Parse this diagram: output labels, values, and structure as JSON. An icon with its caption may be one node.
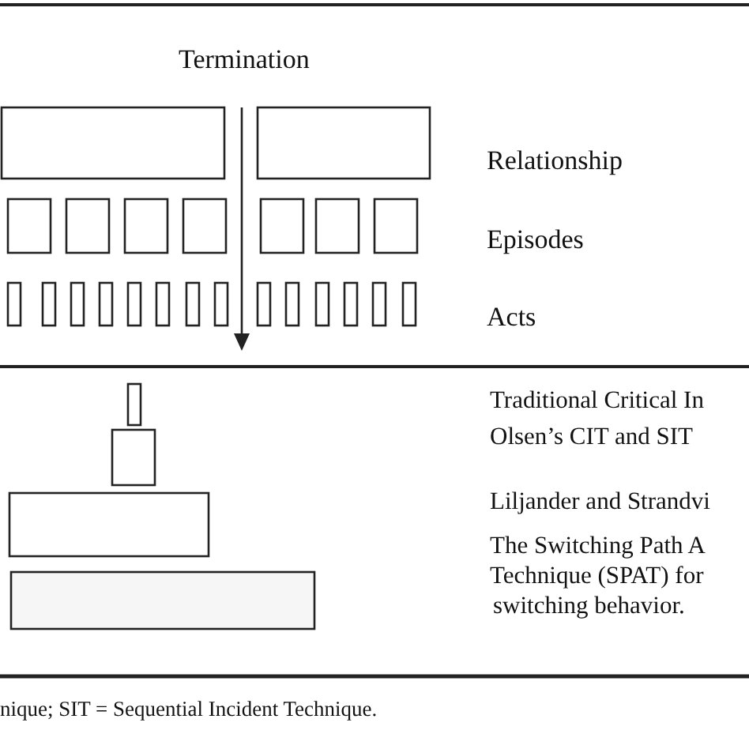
{
  "diagram": {
    "caption": "nique; SIT = Sequential Incident Technique.",
    "labels": [
      "Termination",
      "Relationship",
      "Episodes",
      "Acts",
      "Traditional Critical In",
      "Olsen’s CIT and SIT",
      "Liljander and Strandvi",
      "The Switching Path A",
      "Technique (SPAT) for",
      "switching behavior."
    ]
  }
}
